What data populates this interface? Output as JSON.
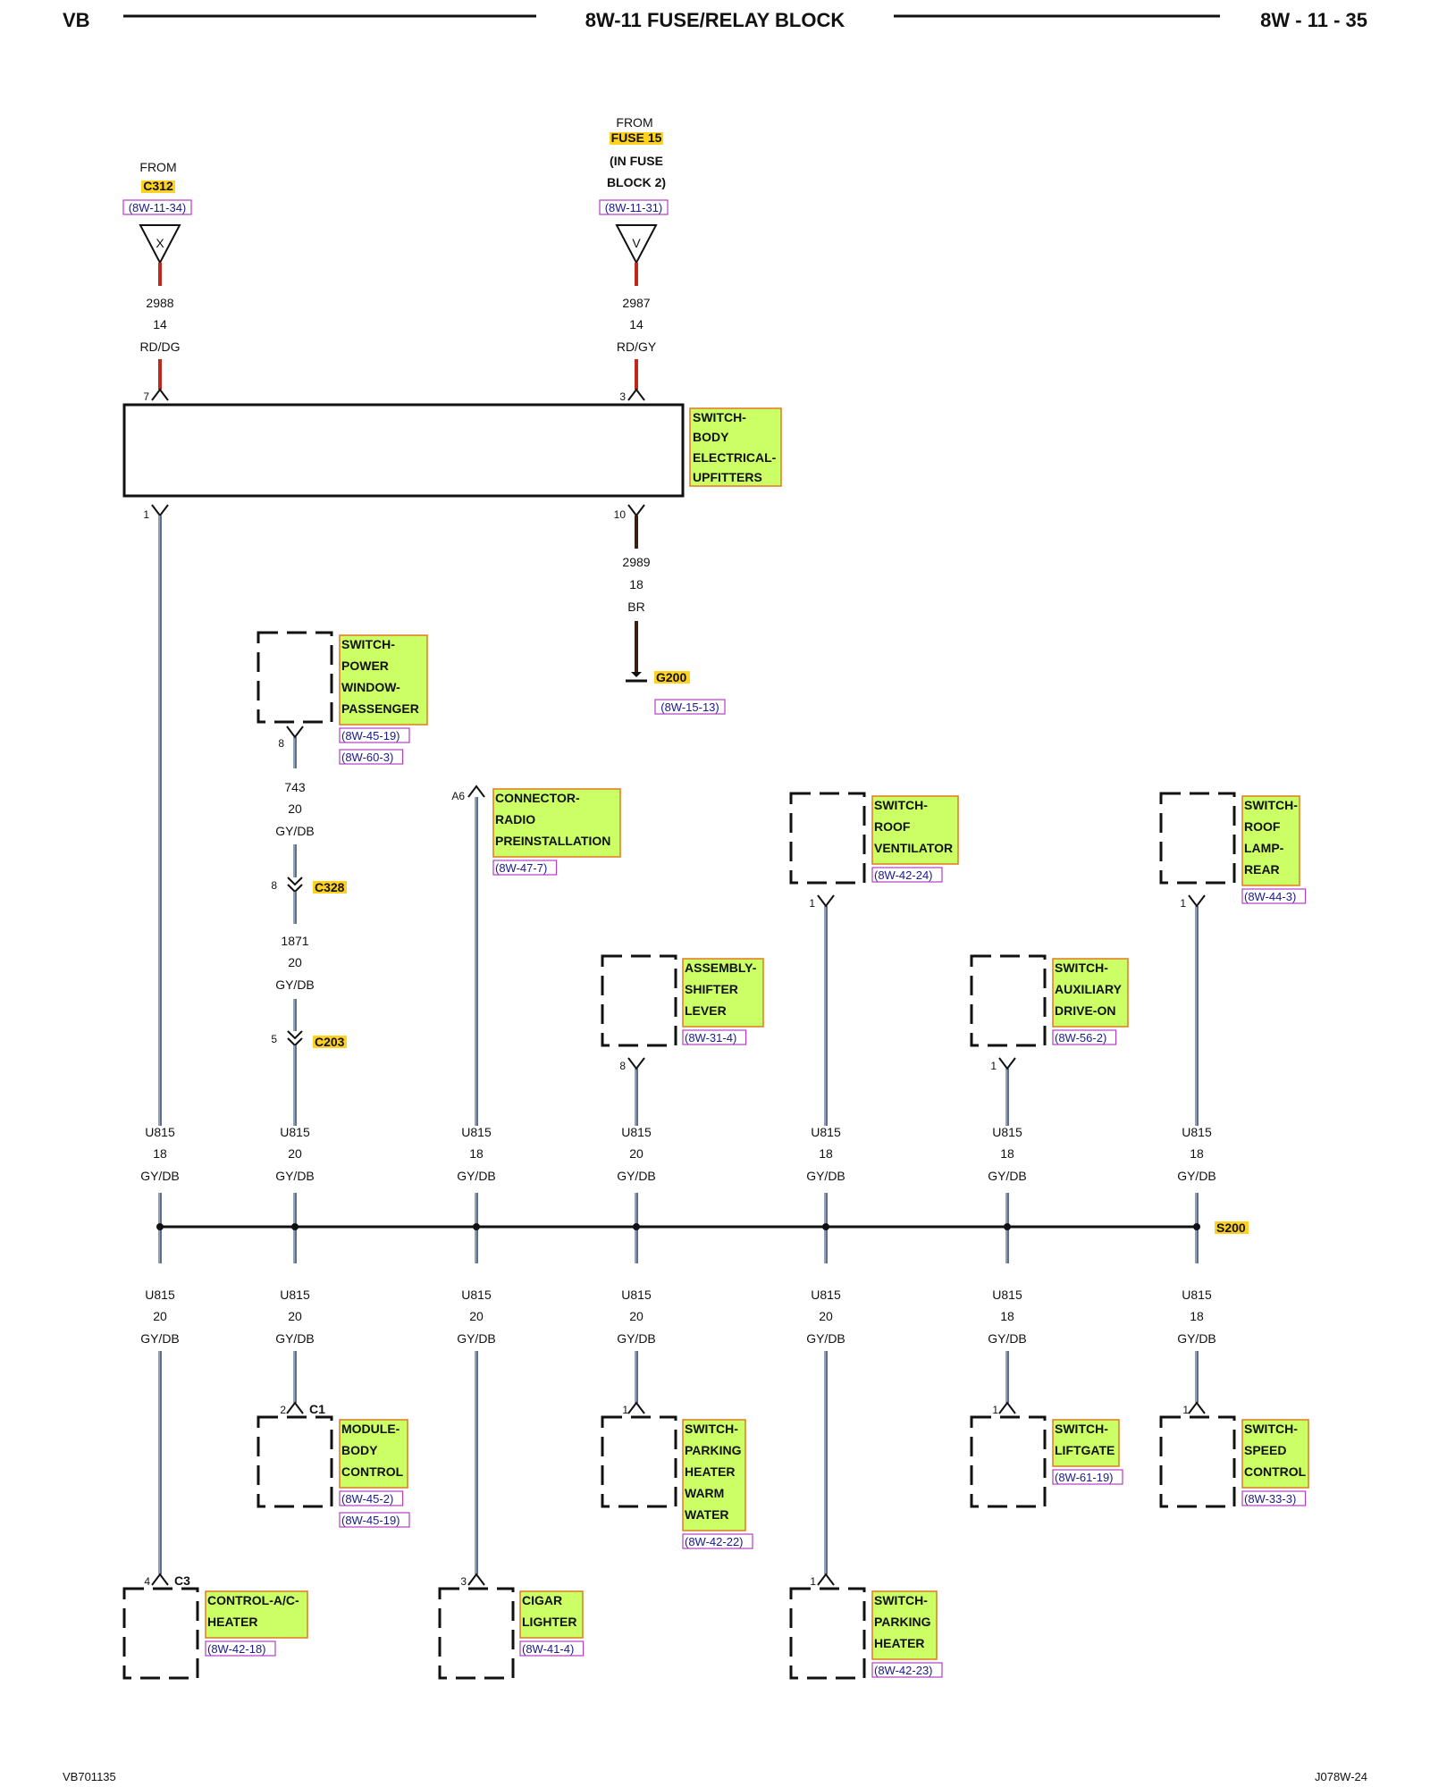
{
  "header": {
    "left": "VB",
    "center": "8W-11 FUSE/RELAY BLOCK",
    "right": "8W - 11 - 35"
  },
  "footer": {
    "left": "VB701135",
    "right": "J078W-24"
  },
  "sources": [
    {
      "from": "FROM",
      "lines": [
        "C312"
      ],
      "ref": "(8W-11-34)",
      "symbol": "X",
      "wire": {
        "num": "2988",
        "gauge": "14",
        "color": "RD/DG"
      },
      "pin": "7"
    },
    {
      "from": "FROM",
      "lines": [
        "FUSE 15",
        "(IN FUSE",
        "BLOCK 2)"
      ],
      "ref": "(8W-11-31)",
      "symbol": "V",
      "wire": {
        "num": "2987",
        "gauge": "14",
        "color": "RD/GY"
      },
      "pin": "3"
    }
  ],
  "upfitter": {
    "lines": [
      "SWITCH-",
      "BODY",
      "ELECTRICAL-",
      "UPFITTERS"
    ],
    "pins": [
      "1",
      "10"
    ],
    "ground_wire": {
      "num": "2989",
      "gauge": "18",
      "color": "BR"
    },
    "ground": "G200",
    "ground_ref": "(8W-15-13)"
  },
  "mid_components": [
    {
      "lines": [
        "SWITCH-",
        "POWER",
        "WINDOW-",
        "PASSENGER"
      ],
      "refs": [
        "(8W-45-19)",
        "(8W-60-3)"
      ],
      "pin": "8"
    },
    {
      "lines": [
        "CONNECTOR-",
        "RADIO",
        "PREINSTALLATION"
      ],
      "refs": [
        "(8W-47-7)"
      ],
      "pin": "A6"
    },
    {
      "lines": [
        "ASSEMBLY-",
        "SHIFTER",
        "LEVER"
      ],
      "refs": [
        "(8W-31-4)"
      ],
      "pin": "8"
    },
    {
      "lines": [
        "SWITCH-",
        "ROOF",
        "VENTILATOR"
      ],
      "refs": [
        "(8W-42-24)"
      ],
      "pin": "1"
    },
    {
      "lines": [
        "SWITCH-",
        "AUXILIARY",
        "DRIVE-ON"
      ],
      "refs": [
        "(8W-56-2)"
      ],
      "pin": "1"
    },
    {
      "lines": [
        "SWITCH-",
        "ROOF",
        "LAMP-",
        "REAR"
      ],
      "refs": [
        "(8W-44-3)"
      ],
      "pin": "1"
    }
  ],
  "window_chain": {
    "wire1": {
      "num": "743",
      "gauge": "20",
      "color": "GY/DB"
    },
    "conn1": {
      "pin": "8",
      "name": "C328"
    },
    "wire2": {
      "num": "1871",
      "gauge": "20",
      "color": "GY/DB"
    },
    "conn2": {
      "pin": "5",
      "name": "C203"
    }
  },
  "splice": "S200",
  "upper_wires": [
    {
      "num": "U815",
      "gauge": "18",
      "color": "GY/DB"
    },
    {
      "num": "U815",
      "gauge": "20",
      "color": "GY/DB"
    },
    {
      "num": "U815",
      "gauge": "18",
      "color": "GY/DB"
    },
    {
      "num": "U815",
      "gauge": "20",
      "color": "GY/DB"
    },
    {
      "num": "U815",
      "gauge": "18",
      "color": "GY/DB"
    },
    {
      "num": "U815",
      "gauge": "18",
      "color": "GY/DB"
    },
    {
      "num": "U815",
      "gauge": "18",
      "color": "GY/DB"
    }
  ],
  "lower_wires": [
    {
      "num": "U815",
      "gauge": "20",
      "color": "GY/DB"
    },
    {
      "num": "U815",
      "gauge": "20",
      "color": "GY/DB"
    },
    {
      "num": "U815",
      "gauge": "20",
      "color": "GY/DB"
    },
    {
      "num": "U815",
      "gauge": "20",
      "color": "GY/DB"
    },
    {
      "num": "U815",
      "gauge": "20",
      "color": "GY/DB"
    },
    {
      "num": "U815",
      "gauge": "18",
      "color": "GY/DB"
    },
    {
      "num": "U815",
      "gauge": "18",
      "color": "GY/DB"
    }
  ],
  "row3": [
    {
      "lines": [
        "MODULE-",
        "BODY",
        "CONTROL"
      ],
      "refs": [
        "(8W-45-2)",
        "(8W-45-19)"
      ],
      "pin": "2",
      "conn": "C1"
    },
    {
      "lines": [
        "SWITCH-",
        "PARKING",
        "HEATER",
        "WARM",
        "WATER"
      ],
      "refs": [
        "(8W-42-22)"
      ],
      "pin": "1"
    },
    {
      "lines": [
        "SWITCH-",
        "LIFTGATE"
      ],
      "refs": [
        "(8W-61-19)"
      ],
      "pin": "1"
    },
    {
      "lines": [
        "SWITCH-",
        "SPEED",
        "CONTROL"
      ],
      "refs": [
        "(8W-33-3)"
      ],
      "pin": "1"
    }
  ],
  "row4": [
    {
      "lines": [
        "CONTROL-A/C-",
        "HEATER"
      ],
      "refs": [
        "(8W-42-18)"
      ],
      "pin": "4",
      "conn": "C3"
    },
    {
      "lines": [
        "CIGAR",
        "LIGHTER"
      ],
      "refs": [
        "(8W-41-4)"
      ],
      "pin": "3"
    },
    {
      "lines": [
        "SWITCH-",
        "PARKING",
        "HEATER"
      ],
      "refs": [
        "(8W-42-23)"
      ],
      "pin": "1"
    }
  ],
  "colors": {
    "highlight": "#ccff66",
    "highlight_border": "#e07a1f",
    "ref_border": "#b040c0",
    "wire_red": "#c0281e",
    "wire_blue": "#5c6f8c",
    "wire_brown": "#3a1e10",
    "label_yellow": "#ffd21f"
  }
}
